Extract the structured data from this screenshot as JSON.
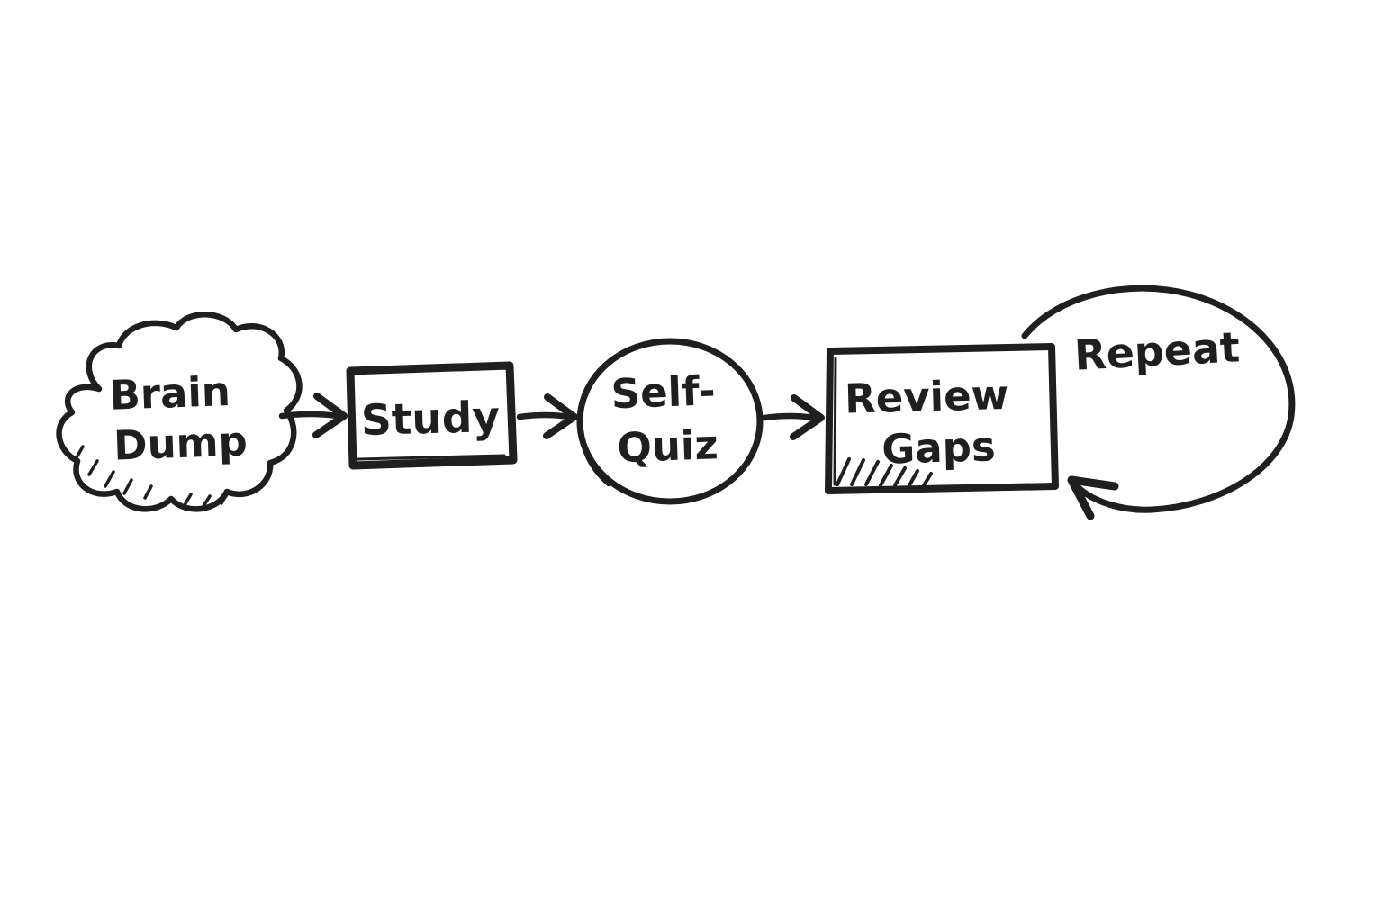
{
  "diagram": {
    "type": "flowchart",
    "description": "hand-drawn study loop flowchart",
    "nodes": {
      "brain_dump": {
        "line1": "Brain",
        "line2": "Dump",
        "shape": "cloud",
        "fill": "#ffffff"
      },
      "study": {
        "label": "Study",
        "shape": "rectangle",
        "fill": "#4b8fd3"
      },
      "self_quiz": {
        "line1": "Self-",
        "line2": "Quiz",
        "shape": "ellipse",
        "fill": "#7dc84c"
      },
      "review_gaps": {
        "line1": "Review",
        "line2": "Gaps",
        "shape": "rectangle",
        "fill": "#ffffff"
      },
      "repeat": {
        "label": "Repeat",
        "shape": "loop-arrow"
      }
    },
    "flow": [
      "Brain Dump -> Study",
      "Study -> Self-Quiz",
      "Self-Quiz -> Review Gaps",
      "Review Gaps -> Repeat (loops back)"
    ],
    "colors": {
      "ink": "#1f1f1f",
      "background": "#ffffff",
      "study_fill": "#4b8fd3",
      "self_quiz_fill": "#7dc84c"
    }
  }
}
